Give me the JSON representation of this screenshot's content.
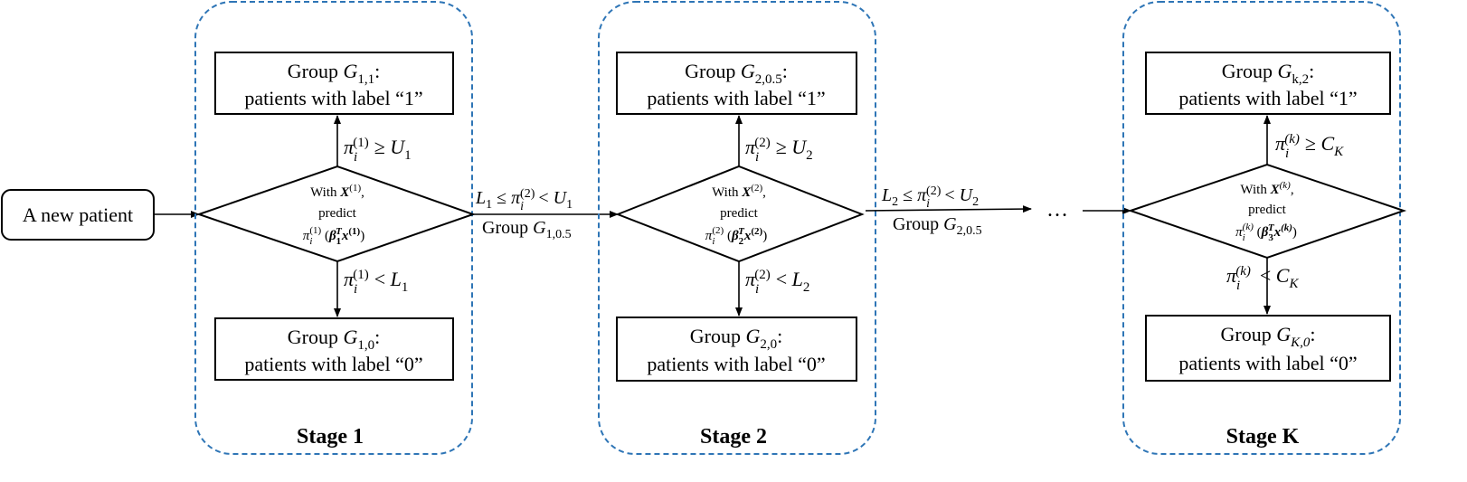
{
  "start_node": {
    "label": "A new patient"
  },
  "stages": [
    {
      "title": "Stage 1",
      "top_group": {
        "line1_prefix": "Group ",
        "symbol": "G",
        "sub": "1,1",
        "suffix": ":",
        "line2": "patients with label “1”"
      },
      "bottom_group": {
        "line1_prefix": "Group ",
        "symbol": "G",
        "sub": "1,0",
        "suffix": ":",
        "line2": "patients with label “0”"
      },
      "decision": {
        "line1": "With X(1),",
        "line2": "predict",
        "line3": "πi(1) (β1T x(1))"
      },
      "up_condition": "πi(1) ≥ U1",
      "down_condition": "πi(1) < L1"
    },
    {
      "title": "Stage 2",
      "top_group": {
        "line1_prefix": "Group ",
        "symbol": "G",
        "sub": "2,0.5",
        "suffix": ":",
        "line2": "patients with label “1”"
      },
      "bottom_group": {
        "line1_prefix": "Group ",
        "symbol": "G",
        "sub": "2,0",
        "suffix": ":",
        "line2": "patients with label “0”"
      },
      "decision": {
        "line1": "With X(2),",
        "line2": "predict",
        "line3": "πi(2) (β2T x(2))"
      },
      "up_condition": "πi(2) ≥ U2",
      "down_condition": "πi(2) < L2"
    },
    {
      "title": "Stage K",
      "top_group": {
        "line1_prefix": "Group ",
        "symbol": "G",
        "sub": "k,2",
        "suffix": ":",
        "line2": "patients with label “1”"
      },
      "bottom_group": {
        "line1_prefix": "Group ",
        "symbol": "G",
        "sub": "K,0",
        "suffix": ":",
        "line2": "patients with label “0”"
      },
      "decision": {
        "line1": "With X(k),",
        "line2": "predict",
        "line3": "πi(k) (β3T x(k))"
      },
      "up_condition": "πi(k) ≥ CK",
      "down_condition": "πi(k) < CK"
    }
  ],
  "transitions": [
    {
      "condition": "L1 ≤ πi(2) < U1",
      "group_prefix": "Group ",
      "symbol": "G",
      "sub": "1,0.5"
    },
    {
      "condition": "L2 ≤ πi(2) < U2",
      "group_prefix": "Group ",
      "symbol": "G",
      "sub": "2,0.5"
    }
  ],
  "ellipsis": "…"
}
